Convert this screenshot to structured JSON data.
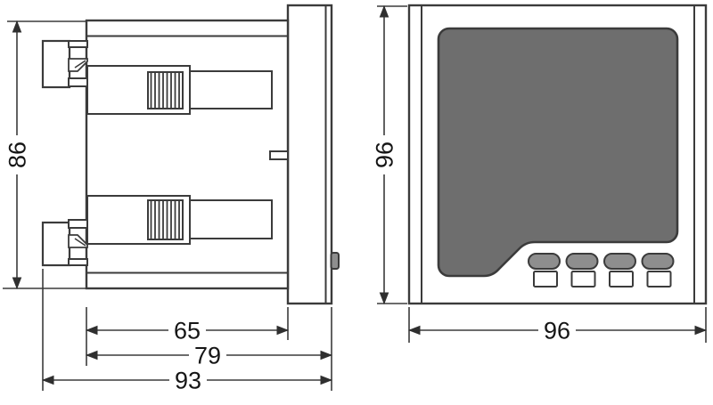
{
  "drawing": {
    "type": "technical-dimension-drawing",
    "side_view": {
      "dimensions": {
        "height": "86",
        "body_depth": "65",
        "depth_with_bezel": "79",
        "total_depth": "93"
      }
    },
    "front_view": {
      "dimensions": {
        "height": "96",
        "width": "96"
      },
      "button_counts": {
        "oval_buttons": 4,
        "square_buttons": 4
      }
    },
    "colors": {
      "background": "#ffffff",
      "line": "#3b3b3b",
      "display_fill": "#6e6e6e",
      "oval_button_fill": "#8e8e8e",
      "square_button_fill": "#ffffff",
      "label_text": "#161616"
    }
  }
}
